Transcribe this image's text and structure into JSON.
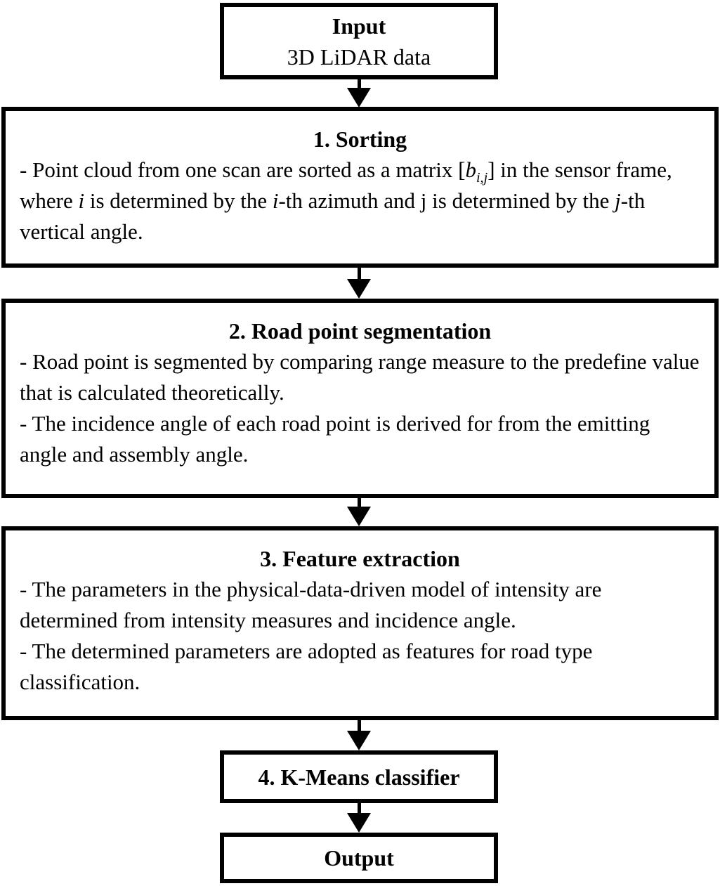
{
  "diagram": {
    "colors": {
      "background": "#ffffff",
      "border": "#000000",
      "text": "#000000"
    },
    "nodes": {
      "input": {
        "title": "Input",
        "subtitle": "3D LiDAR data"
      },
      "sorting": {
        "title": "1. Sorting",
        "bullets": [
          [
            {
              "t": "- Point cloud from one scan are sorted as a matrix ["
            },
            {
              "t": "b",
              "em": true
            },
            {
              "t": "i,j",
              "em": true,
              "sub": true
            },
            {
              "t": "] in the sensor frame, where "
            },
            {
              "t": "i",
              "em": true
            },
            {
              "t": " is determined by the "
            },
            {
              "t": "i",
              "em": true
            },
            {
              "t": "-th azimuth and j is determined by the "
            },
            {
              "t": "j",
              "em": true
            },
            {
              "t": "-th vertical angle."
            }
          ]
        ]
      },
      "segmentation": {
        "title": "2. Road point segmentation",
        "bullets": [
          [
            {
              "t": "- Road point is segmented by comparing range measure to the predefine value that is calculated theoretically."
            }
          ],
          [
            {
              "t": "- The incidence angle of each road point is derived for from the emitting angle and assembly angle."
            }
          ]
        ]
      },
      "feature": {
        "title": "3. Feature extraction",
        "bullets": [
          [
            {
              "t": "- The parameters in the physical-data-driven model of intensity are determined from intensity measures and incidence angle."
            }
          ],
          [
            {
              "t": "- The determined parameters are adopted as features for road type classification."
            }
          ]
        ]
      },
      "kmeans": {
        "title": "4. K-Means classifier"
      },
      "output": {
        "title": "Output"
      }
    },
    "arrows": [
      {
        "name": "arrow-input-to-sorting"
      },
      {
        "name": "arrow-sorting-to-segmentation"
      },
      {
        "name": "arrow-segmentation-to-feature"
      },
      {
        "name": "arrow-feature-to-kmeans"
      },
      {
        "name": "arrow-kmeans-to-output"
      }
    ]
  }
}
